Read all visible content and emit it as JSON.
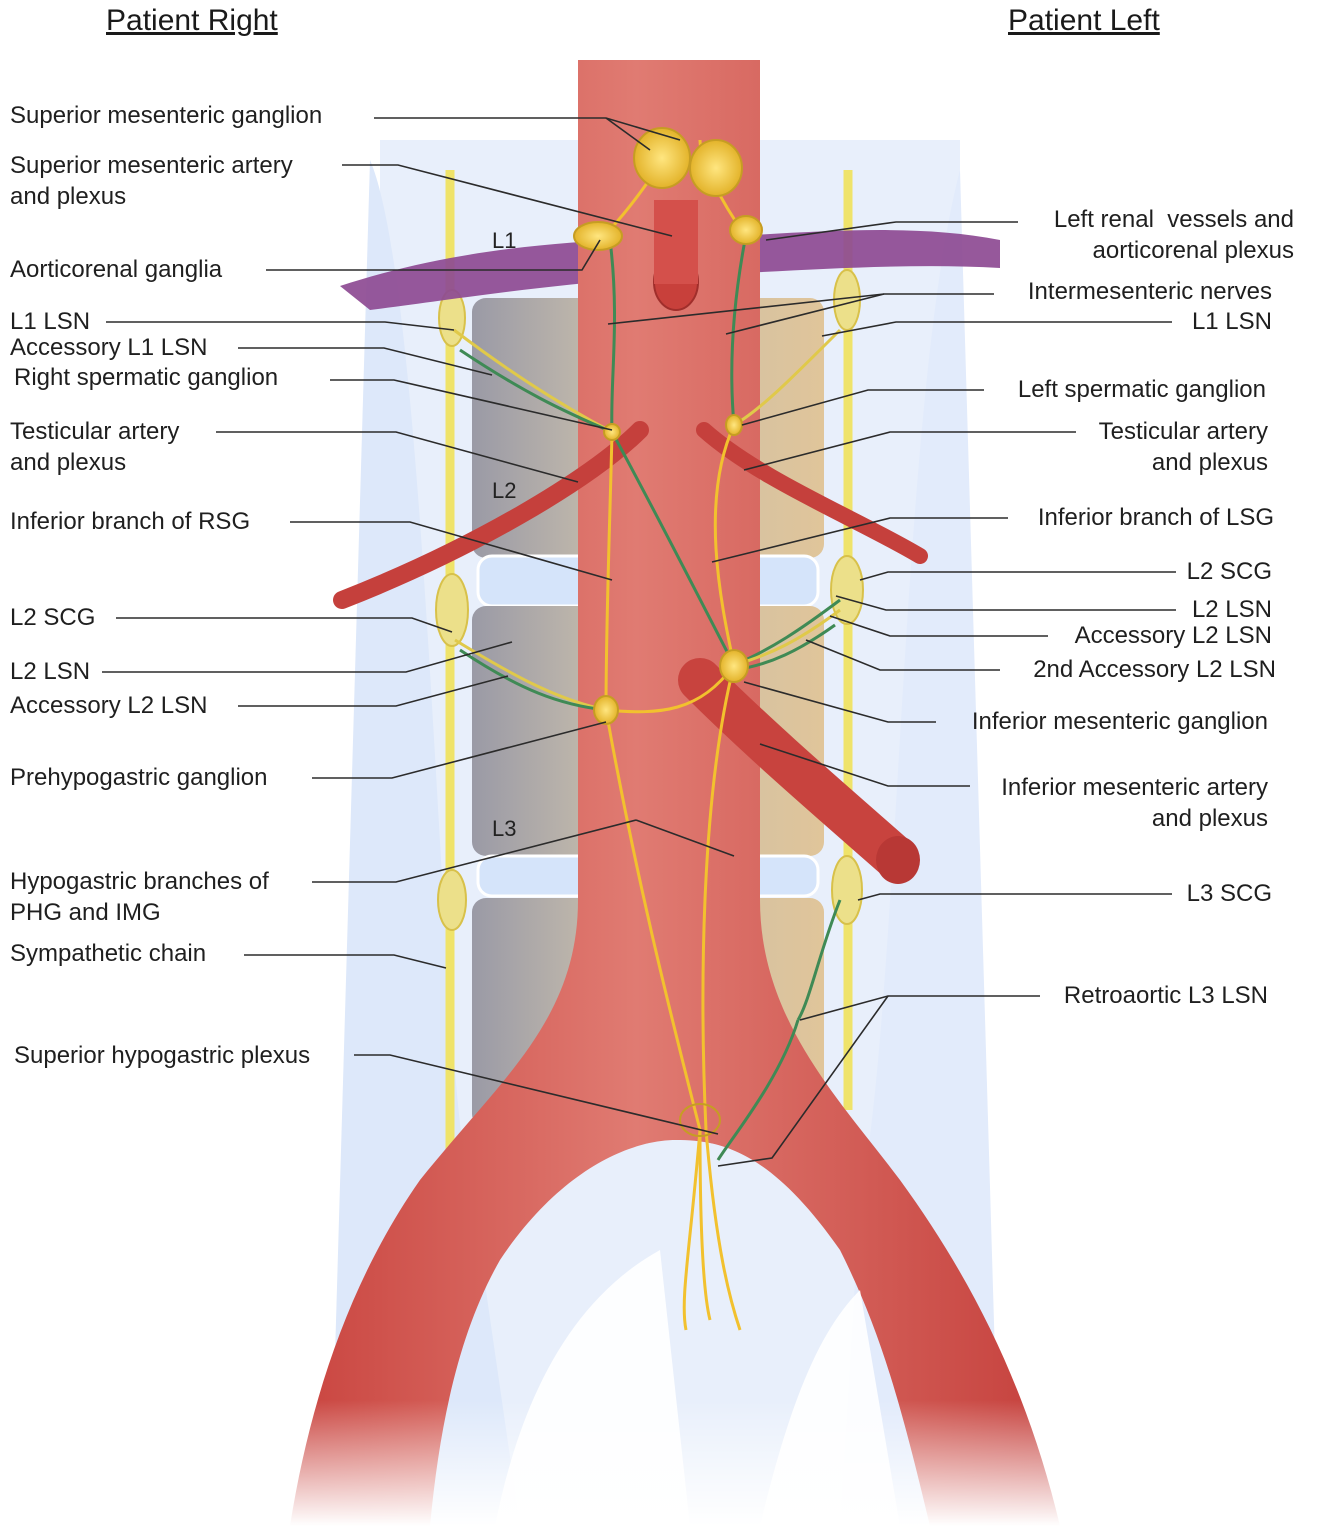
{
  "header": {
    "right_side": "Patient Right",
    "left_side": "Patient Left"
  },
  "vertebrae": [
    "L1",
    "L2",
    "L3"
  ],
  "labels_left": [
    "Superior mesenteric ganglion",
    "Superior mesenteric artery\nand plexus",
    "Aorticorenal ganglia",
    "L1 LSN",
    "Accessory L1 LSN",
    "Right spermatic  ganglion",
    "Testicular artery\nand plexus",
    "Inferior branch of RSG",
    "L2 SCG",
    "L2 LSN",
    "Accessory L2 LSN",
    "Prehypogastric ganglion",
    "Hypogastric branches of\nPHG and IMG",
    "Sympathetic chain",
    "Superior hypogastric plexus"
  ],
  "labels_right": [
    "Left renal  vessels and\naorticorenal plexus",
    "Intermesenteric nerves",
    "L1 LSN",
    "Left spermatic ganglion",
    "Testicular artery\nand plexus",
    "Inferior branch of LSG",
    "L2 SCG",
    "L2 LSN",
    "Accessory L2 LSN",
    "2nd Accessory L2 LSN",
    "Inferior mesenteric ganglion",
    "Inferior mesenteric artery\nand plexus",
    "L3 SCG",
    "Retroaortic L3 LSN"
  ],
  "colors": {
    "aorta": "#d9544f",
    "aorta_dark": "#b83a38",
    "renal_vein": "#8a4a92",
    "nerve_yellow": "#f2c12e",
    "nerve_green": "#3f8a55",
    "sympathetic_chain": "#f3e86a",
    "vertebra": "#c9b48f",
    "disc": "#d7e6fb",
    "background_tissue": "#e4edfb"
  }
}
